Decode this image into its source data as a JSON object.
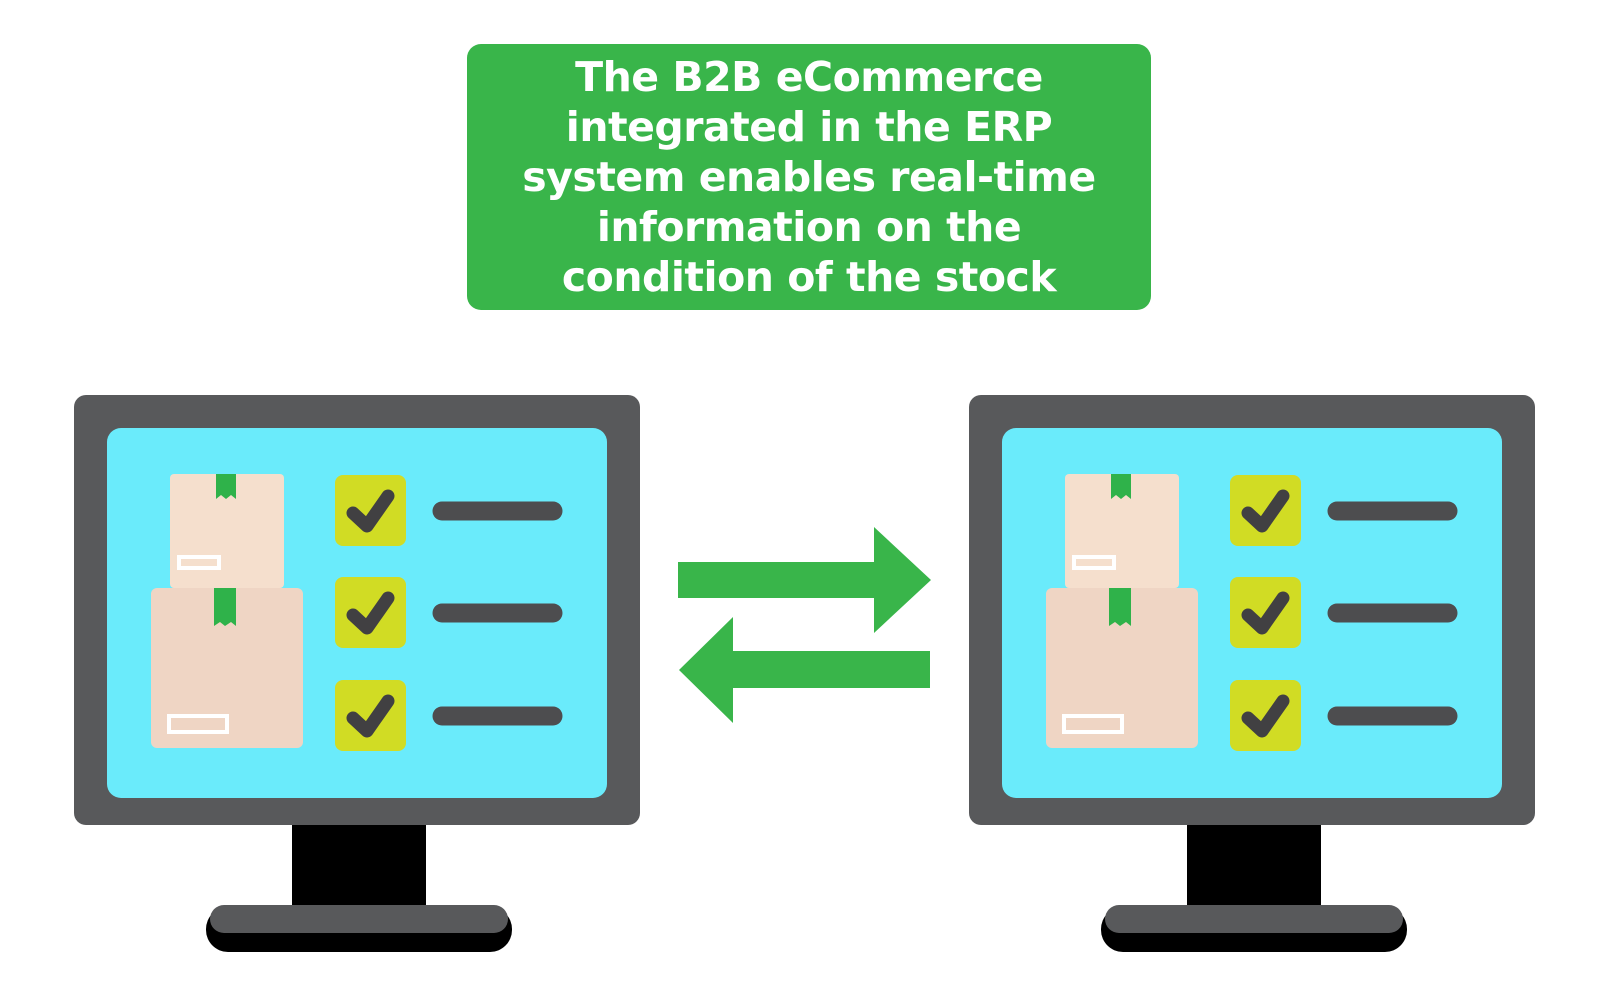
{
  "headline": {
    "text": "The B2B eCommerce integrated in the ERP system enables real-time information on the condition of the stock"
  },
  "monitors": [
    {
      "id": "left",
      "content": [
        "package-boxes",
        "checklist"
      ],
      "checklist": [
        {
          "checked": true
        },
        {
          "checked": true
        },
        {
          "checked": true
        }
      ]
    },
    {
      "id": "right",
      "content": [
        "package-boxes",
        "checklist"
      ],
      "checklist": [
        {
          "checked": true
        },
        {
          "checked": true
        },
        {
          "checked": true
        }
      ]
    }
  ],
  "sync_arrows": {
    "icons": [
      "arrow-right-icon",
      "arrow-left-icon"
    ]
  },
  "colors": {
    "headline_bg": "#39B54A",
    "headline_text": "#FFFFFF",
    "monitor_frame": "#58595B",
    "monitor_stand": "#000000",
    "screen": "#6AEBFB",
    "box_top": "#F5DFCD",
    "box_bottom": "#EFD5C4",
    "box_tape": "#2FB24A",
    "box_label": "#FFFFFF",
    "check_bg": "#D1DC24",
    "check_mark": "#414042",
    "list_line": "#4D4D4F",
    "arrow": "#39B54A"
  }
}
